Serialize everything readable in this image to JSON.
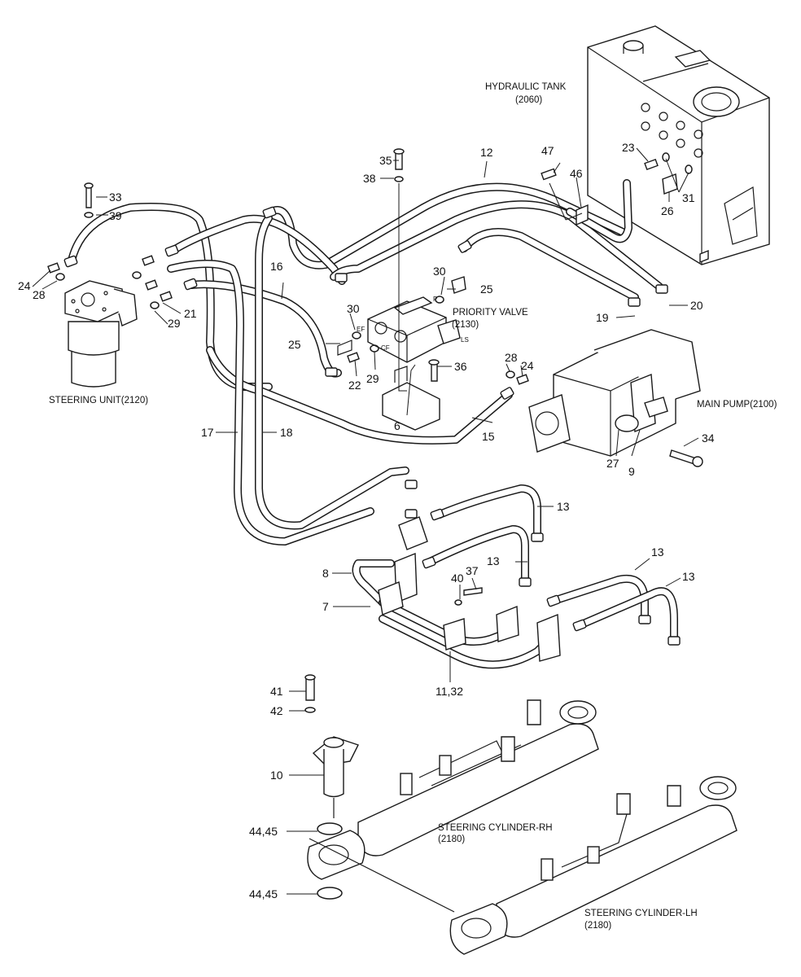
{
  "components": {
    "hydraulic_tank": {
      "name": "HYDRAULIC TANK",
      "code": "(2060)"
    },
    "priority_valve": {
      "name": "PRIORITY VALVE",
      "code": "(2130)"
    },
    "steering_unit": {
      "name": "STEERING UNIT(2120)"
    },
    "main_pump": {
      "name": "MAIN PUMP(2100)"
    },
    "steering_cyl_rh": {
      "name": "STEERING CYLINDER-RH",
      "code": "(2180)"
    },
    "steering_cyl_lh": {
      "name": "STEERING CYLINDER-LH",
      "code": "(2180)"
    }
  },
  "port_labels": {
    "ef": "EF",
    "cf": "CF",
    "ls": "LS",
    "p": "P"
  },
  "callouts": {
    "c6": "6",
    "c7": "7",
    "c8": "8",
    "c9": "9",
    "c10": "10",
    "c11_32": "11,32",
    "c12": "12",
    "c13a": "13",
    "c13b": "13",
    "c13c": "13",
    "c13d": "13",
    "c15": "15",
    "c16": "16",
    "c17": "17",
    "c18": "18",
    "c19": "19",
    "c20": "20",
    "c21": "21",
    "c22": "22",
    "c23": "23",
    "c24a": "24",
    "c24b": "24",
    "c25a": "25",
    "c25b": "25",
    "c26": "26",
    "c27": "27",
    "c28a": "28",
    "c28b": "28",
    "c29a": "29",
    "c29b": "29",
    "c30a": "30",
    "c30b": "30",
    "c31": "31",
    "c33": "33",
    "c34": "34",
    "c35": "35",
    "c36": "36",
    "c37": "37",
    "c38": "38",
    "c39": "39",
    "c40": "40",
    "c41": "41",
    "c42": "42",
    "c44_45a": "44,45",
    "c44_45b": "44,45",
    "c46": "46",
    "c47": "47"
  }
}
